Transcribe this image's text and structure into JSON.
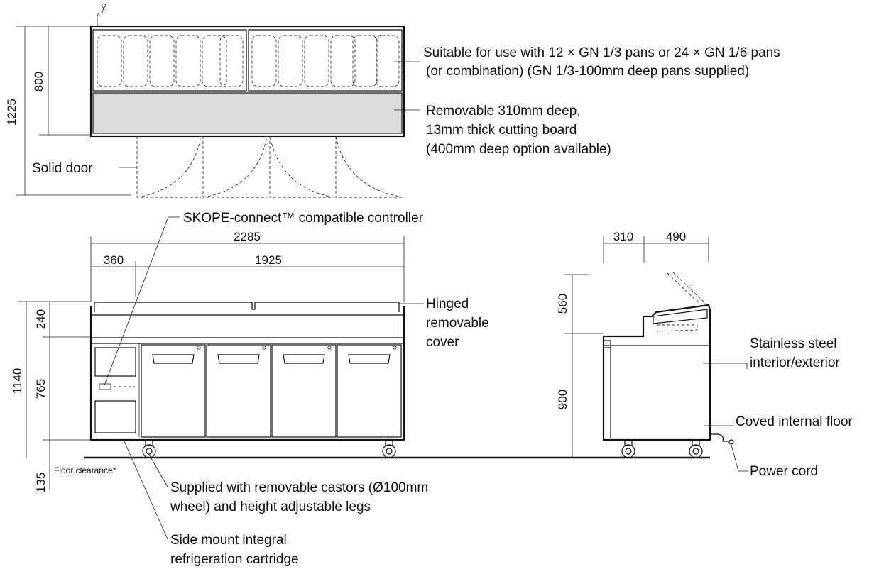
{
  "top_view": {
    "dims": {
      "overall_depth": "1225",
      "body_depth": "800"
    },
    "labels": {
      "pans_line1": "Suitable for use with 12 × GN 1/3 pans or 24 × GN 1/6 pans",
      "pans_line2": "(or combination) (GN 1/3-100mm deep pans supplied)",
      "board_line1": "Removable 310mm deep,",
      "board_line2": "13mm thick cutting board",
      "board_line3": "(400mm deep option available)",
      "solid_door": "Solid door"
    }
  },
  "front_view": {
    "dims": {
      "overall_width": "2285",
      "cartridge_width": "360",
      "cabinet_width": "1925",
      "overall_height": "1140",
      "cover_height": "240",
      "cabinet_height": "765",
      "floor_clearance": "135"
    },
    "labels": {
      "controller": "SKOPE-connect™ compatible controller",
      "cover_line1": "Hinged",
      "cover_line2": "removable",
      "cover_line3": "cover",
      "floor_clearance": "Floor clearance*",
      "castors_line1": "Supplied with removable castors (Ø100mm",
      "castors_line2": "wheel) and height adjustable legs",
      "cartridge_line1": "Side mount integral",
      "cartridge_line2": "refrigeration cartridge"
    }
  },
  "side_view": {
    "dims": {
      "board_depth": "310",
      "rail_depth": "490",
      "top_height": "560",
      "body_height": "900"
    },
    "labels": {
      "steel_line1": "Stainless steel",
      "steel_line2": "interior/exterior",
      "floor": "Coved internal floor",
      "power": "Power cord"
    }
  }
}
